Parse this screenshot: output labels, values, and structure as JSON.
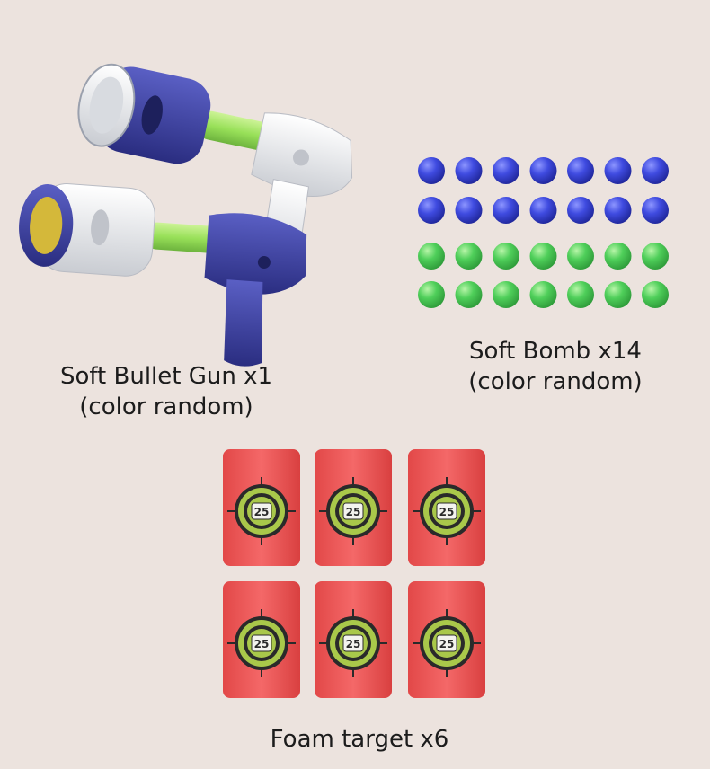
{
  "products": {
    "gun": {
      "name": "Soft Bullet Gun x1",
      "note": "(color random)",
      "count": 2,
      "colors": {
        "purple": "#3b3f9e",
        "white": "#eef0f2",
        "barrel": "#8fe04a"
      }
    },
    "bombs": {
      "name": "Soft Bomb x14",
      "note": "(color random)",
      "blue_count": 14,
      "green_count": 14,
      "colors": {
        "blue": "#3f4be0",
        "green": "#4fcf5a"
      }
    },
    "targets": {
      "name": "Foam target x6",
      "count": 6,
      "emblem": "25",
      "colors": {
        "foam": "#f05a5a",
        "ring": "#a9c84a",
        "dark": "#2a2a2a"
      }
    }
  }
}
